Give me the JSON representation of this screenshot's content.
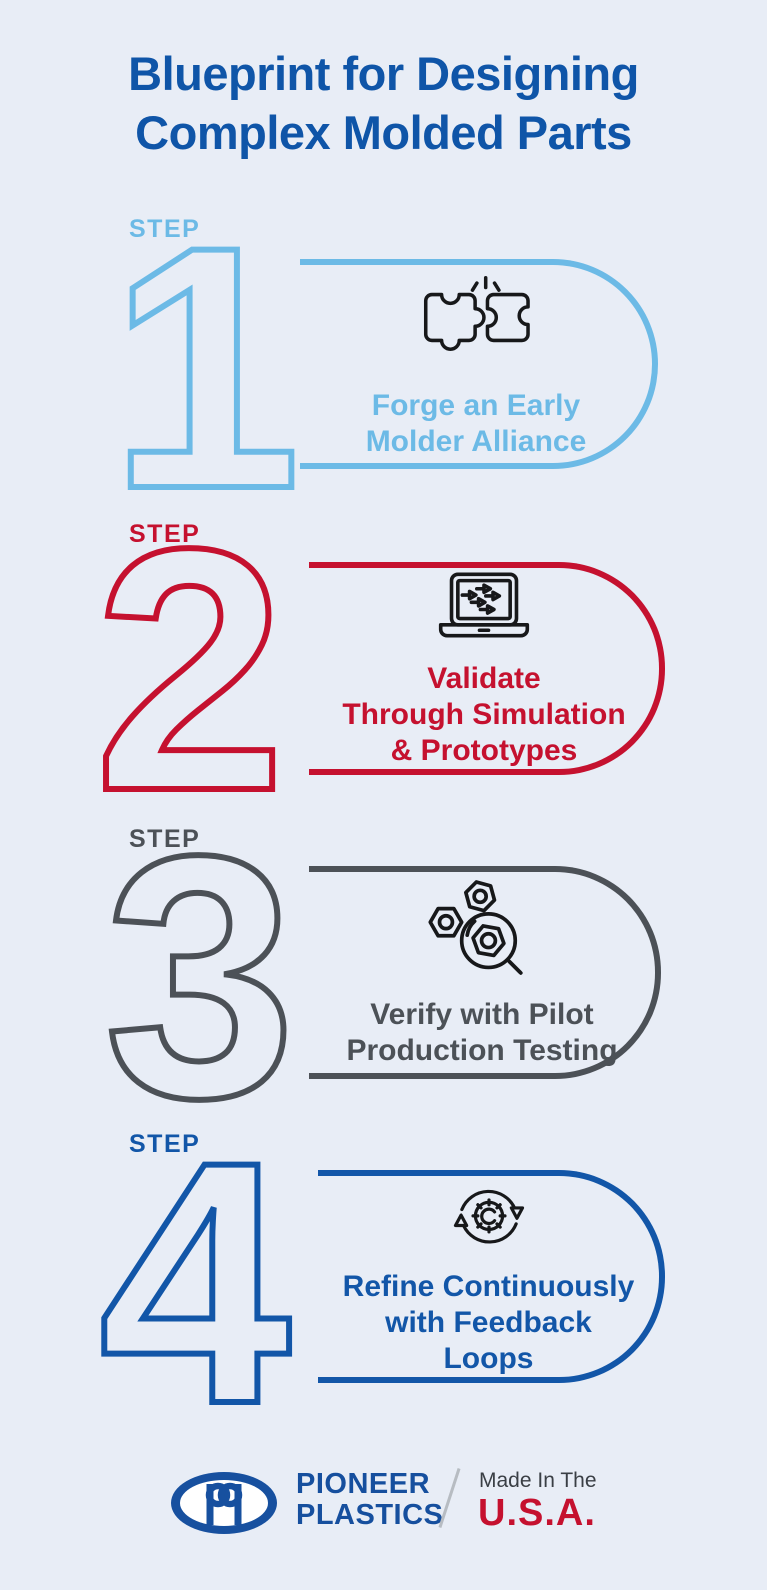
{
  "page": {
    "background": "#e8edf6"
  },
  "title": {
    "line1": "Blueprint for Designing",
    "line2": "Complex Molded Parts",
    "color": "#0f55a8"
  },
  "steps": [
    {
      "label": "STEP",
      "number": "1",
      "accent_color": "#6cbae6",
      "icon": "puzzle-pieces-icon",
      "text_lines": [
        "Forge an Early",
        "Molder Alliance"
      ]
    },
    {
      "label": "STEP",
      "number": "2",
      "accent_color": "#c5112f",
      "icon": "laptop-simulation-icon",
      "text_lines": [
        "Validate",
        "Through Simulation",
        "& Prototypes"
      ]
    },
    {
      "label": "STEP",
      "number": "3",
      "accent_color": "#4c5157",
      "icon": "nuts-magnifying-glass-icon",
      "text_lines": [
        "Verify with Pilot",
        "Production Testing"
      ]
    },
    {
      "label": "STEP",
      "number": "4",
      "accent_color": "#1256a8",
      "icon": "gear-refresh-icon",
      "text_lines": [
        "Refine Continuously",
        "with Feedback",
        "Loops"
      ]
    }
  ],
  "footer": {
    "logo": "pioneer-plastics-logo",
    "brand_line1": "PIONEER",
    "brand_line2": "PLASTICS",
    "brand_color": "#164f9e",
    "divider": "/",
    "made_in": "Made In The",
    "country": "U.S.A.",
    "country_color": "#c5112f"
  }
}
